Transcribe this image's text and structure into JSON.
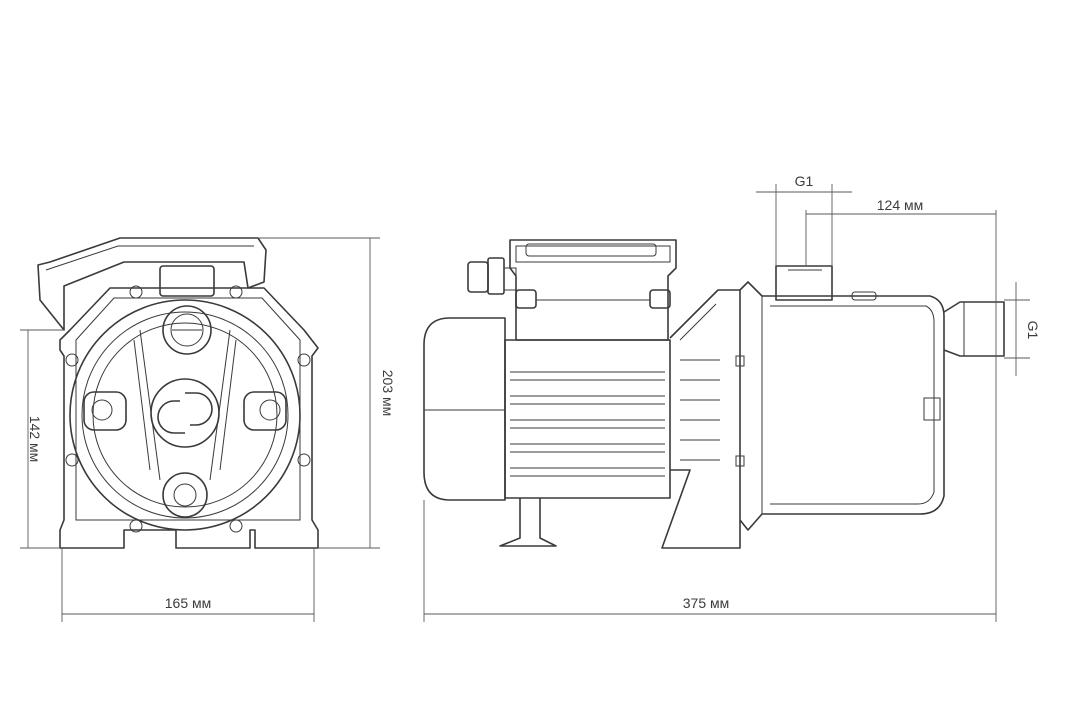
{
  "dimensions": {
    "front_width": "165 мм",
    "front_height_inner": "142 мм",
    "front_height_total": "203 мм",
    "side_length": "375 мм",
    "outlet_offset": "124 мм",
    "outlet_thread": "G1",
    "inlet_thread": "G1"
  },
  "colors": {
    "line": "#3a3a3a",
    "background": "#ffffff"
  },
  "icons": {
    "brand_logo": "brand-logo-icon"
  }
}
